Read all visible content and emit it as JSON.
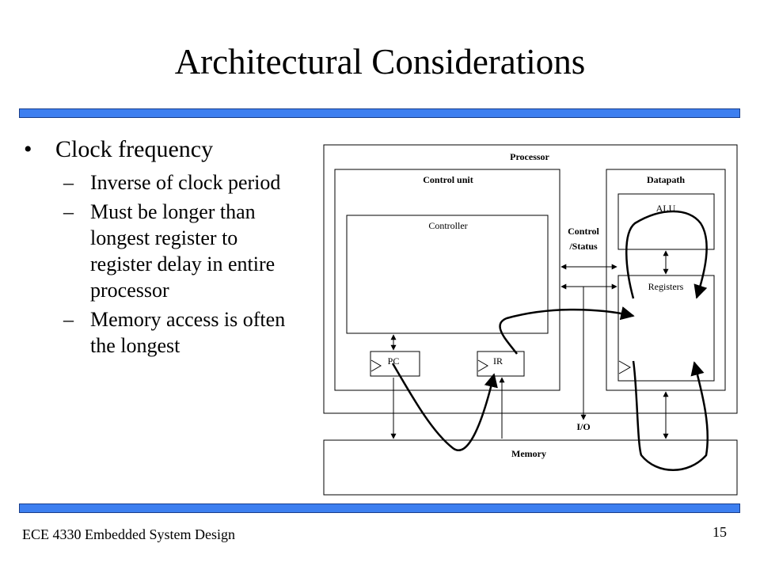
{
  "slide": {
    "title": "Architectural Considerations",
    "footer_course": "ECE 4330 Embedded System Design",
    "page_number": "15"
  },
  "bullets": {
    "main": "Clock frequency",
    "bullet_glyph": "•",
    "dash_glyph": "–",
    "subs": [
      "Inverse of clock period",
      "Must be longer than longest register to register delay in entire processor",
      "Memory access is often the longest"
    ]
  },
  "diagram": {
    "processor": "Processor",
    "control_unit": "Control unit",
    "datapath": "Datapath",
    "controller": "Controller",
    "alu": "ALU",
    "registers": "Registers",
    "pc": "PC",
    "ir": "IR",
    "control_status_1": "Control",
    "control_status_2": "/Status",
    "io": "I/O",
    "memory": "Memory"
  },
  "colors": {
    "rule_fill": "#3d7ff0",
    "rule_border": "#1a3e8a"
  }
}
